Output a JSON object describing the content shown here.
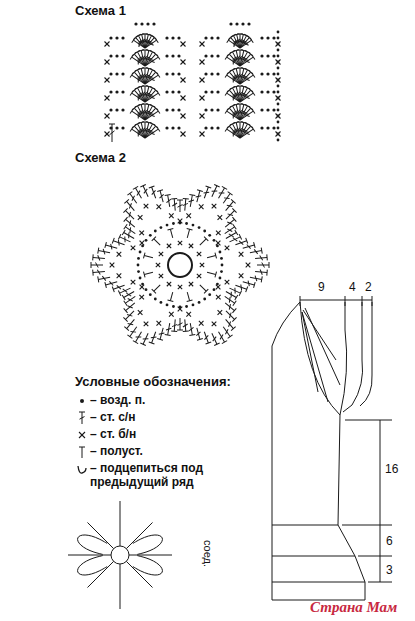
{
  "diagram": {
    "labels": [
      "Схема 1",
      "Схема 2",
      "Условные обозначения:",
      "9",
      "4",
      "2",
      "16",
      "6",
      "3",
      "соед.",
      "Страна Мам"
    ],
    "legend": [
      {
        "text": "– возд. п."
      },
      {
        "text": "– ст. с/н"
      },
      {
        "text": "– ст. б/н"
      },
      {
        "text": "– полуст."
      },
      {
        "text": "– подцепиться под предыдущий ряд"
      }
    ]
  }
}
